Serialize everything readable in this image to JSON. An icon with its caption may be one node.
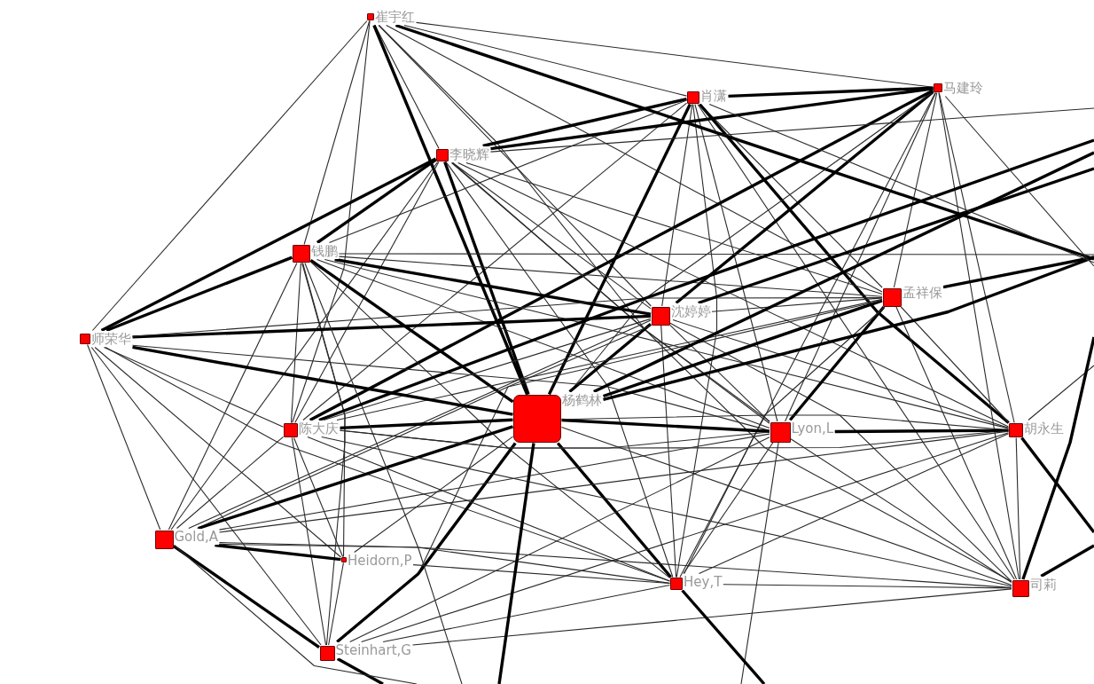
{
  "diagram": {
    "nodes": [
      {
        "text": [
          "崔宇红"
        ]
      },
      {
        "text": [
          "肖潇"
        ]
      },
      {
        "text": [
          "马建玲"
        ]
      },
      {
        "text": [
          "李晓辉"
        ]
      },
      {
        "text": [
          "钱鹏"
        ]
      },
      {
        "text": [
          "沈婷婷"
        ]
      },
      {
        "text": [
          "孟祥保"
        ]
      },
      {
        "text": [
          "师荣华"
        ]
      },
      {
        "text": [
          "杨鹤林"
        ]
      },
      {
        "text": [
          "陈大庆"
        ]
      },
      {
        "text": [
          "Lyon,L"
        ]
      },
      {
        "text": [
          "胡永生"
        ]
      },
      {
        "text": [
          "Gold,A"
        ]
      },
      {
        "text": [
          "Heidorn,P"
        ]
      },
      {
        "text": [
          "Hey,T"
        ]
      },
      {
        "text": [
          "司莉"
        ]
      },
      {
        "text": [
          "Steinhart,G"
        ]
      }
    ],
    "edges": [
      {
        "from": 0,
        "to": 1,
        "arrow": "none"
      },
      {
        "from": 0,
        "to": 2,
        "arrow": "none"
      },
      {
        "from": 0,
        "to": 3,
        "arrow": "none"
      },
      {
        "from": 0,
        "to": 4,
        "arrow": "none"
      },
      {
        "from": 0,
        "to": 5,
        "arrow": "none"
      },
      {
        "from": 0,
        "to": 6,
        "arrow": "none"
      },
      {
        "from": 0,
        "to": 7,
        "arrow": "none"
      },
      {
        "from": 0,
        "to": 8,
        "arrow": "none",
        "style": "thick"
      },
      {
        "from": 0,
        "to": 9,
        "arrow": "none"
      },
      {
        "from": 0,
        "to": 10,
        "arrow": "none"
      },
      {
        "from": 1,
        "to": 2,
        "arrow": "none",
        "style": "thick"
      },
      {
        "from": 1,
        "to": 3,
        "arrow": "none",
        "style": "thick"
      },
      {
        "from": 1,
        "to": 4,
        "arrow": "none"
      },
      {
        "from": 1,
        "to": 5,
        "arrow": "none"
      },
      {
        "from": 1,
        "to": 6,
        "arrow": "none"
      },
      {
        "from": 1,
        "to": 8,
        "arrow": "none",
        "style": "thick"
      },
      {
        "from": 1,
        "to": 9,
        "arrow": "none"
      },
      {
        "from": 1,
        "to": 10,
        "arrow": "none"
      },
      {
        "from": 1,
        "to": 11,
        "arrow": "none",
        "style": "thick"
      },
      {
        "from": 1,
        "to": 14,
        "arrow": "none"
      },
      {
        "from": 1,
        "to": 15,
        "arrow": "none"
      },
      {
        "from": 2,
        "to": 3,
        "arrow": "none",
        "style": "thick"
      },
      {
        "from": 2,
        "to": 5,
        "arrow": "none",
        "style": "thick"
      },
      {
        "from": 2,
        "to": 6,
        "arrow": "none"
      },
      {
        "from": 2,
        "to": 8,
        "arrow": "none"
      },
      {
        "from": 2,
        "to": 9,
        "arrow": "none",
        "style": "thick"
      },
      {
        "from": 2,
        "to": 10,
        "arrow": "none"
      },
      {
        "from": 2,
        "to": 11,
        "arrow": "none"
      },
      {
        "from": 2,
        "to": 14,
        "arrow": "none"
      },
      {
        "from": 2,
        "to": 15,
        "arrow": "none"
      },
      {
        "from": 3,
        "to": 4,
        "arrow": "none",
        "style": "thick"
      },
      {
        "from": 3,
        "to": 5,
        "arrow": "none"
      },
      {
        "from": 3,
        "to": 6,
        "arrow": "none"
      },
      {
        "from": 3,
        "to": 7,
        "arrow": "none",
        "style": "thick"
      },
      {
        "from": 3,
        "to": 8,
        "arrow": "none",
        "style": "thick"
      },
      {
        "from": 3,
        "to": 9,
        "arrow": "none"
      },
      {
        "from": 3,
        "to": 10,
        "arrow": "none"
      },
      {
        "from": 3,
        "to": 11,
        "arrow": "none"
      },
      {
        "from": 3,
        "to": 12,
        "arrow": "none"
      },
      {
        "from": 3,
        "to": 14,
        "arrow": "none"
      },
      {
        "from": 3,
        "to": 15,
        "arrow": "none"
      },
      {
        "from": 4,
        "to": 5,
        "arrow": "none",
        "style": "thick"
      },
      {
        "from": 4,
        "to": 6,
        "arrow": "none"
      },
      {
        "from": 4,
        "to": 7,
        "arrow": "none",
        "style": "thick"
      },
      {
        "from": 4,
        "to": 8,
        "arrow": "none",
        "style": "thick"
      },
      {
        "from": 4,
        "to": 9,
        "arrow": "none"
      },
      {
        "from": 4,
        "to": 10,
        "arrow": "none"
      },
      {
        "from": 4,
        "to": 11,
        "arrow": "none"
      },
      {
        "from": 4,
        "to": 12,
        "arrow": "none"
      },
      {
        "from": 4,
        "to": 13,
        "arrow": "none"
      },
      {
        "from": 4,
        "to": 14,
        "arrow": "none"
      },
      {
        "from": 4,
        "to": 16,
        "arrow": "none"
      },
      {
        "from": 5,
        "to": 6,
        "arrow": "none"
      },
      {
        "from": 5,
        "to": 7,
        "arrow": "none",
        "style": "thick"
      },
      {
        "from": 5,
        "to": 8,
        "arrow": "none",
        "style": "thick"
      },
      {
        "from": 5,
        "to": 9,
        "arrow": "none"
      },
      {
        "from": 5,
        "to": 10,
        "arrow": "none"
      },
      {
        "from": 5,
        "to": 11,
        "arrow": "none"
      },
      {
        "from": 5,
        "to": 12,
        "arrow": "none"
      },
      {
        "from": 5,
        "to": 14,
        "arrow": "none"
      },
      {
        "from": 5,
        "to": 15,
        "arrow": "none"
      },
      {
        "from": 5,
        "to": 16,
        "arrow": "none"
      },
      {
        "from": 6,
        "to": 7,
        "arrow": "none"
      },
      {
        "from": 6,
        "to": 8,
        "arrow": "none",
        "style": "thick"
      },
      {
        "from": 6,
        "to": 9,
        "arrow": "none"
      },
      {
        "from": 6,
        "to": 10,
        "arrow": "none",
        "style": "thick"
      },
      {
        "from": 6,
        "to": 11,
        "arrow": "none"
      },
      {
        "from": 6,
        "to": 12,
        "arrow": "none"
      },
      {
        "from": 6,
        "to": 14,
        "arrow": "none"
      },
      {
        "from": 6,
        "to": 15,
        "arrow": "none"
      },
      {
        "from": 7,
        "to": 8,
        "arrow": "none",
        "style": "thick"
      },
      {
        "from": 7,
        "to": 9,
        "arrow": "none"
      },
      {
        "from": 7,
        "to": 10,
        "arrow": "none"
      },
      {
        "from": 7,
        "to": 12,
        "arrow": "none"
      },
      {
        "from": 7,
        "to": 13,
        "arrow": "none"
      },
      {
        "from": 7,
        "to": 14,
        "arrow": "none"
      },
      {
        "from": 7,
        "to": 16,
        "arrow": "none"
      },
      {
        "from": 8,
        "to": 9,
        "arrow": "none",
        "style": "thick"
      },
      {
        "from": 8,
        "to": 10,
        "arrow": "none",
        "style": "thick"
      },
      {
        "from": 8,
        "to": 11,
        "arrow": "none"
      },
      {
        "from": 8,
        "to": 12,
        "arrow": "none",
        "style": "thick"
      },
      {
        "from": 8,
        "to": 13,
        "arrow": "none"
      },
      {
        "from": 8,
        "to": 14,
        "arrow": "none",
        "style": "thick"
      },
      {
        "from": 8,
        "to": 15,
        "arrow": "none"
      },
      {
        "from": 8,
        "to": 16,
        "arrow": "none",
        "style": "thick"
      },
      {
        "from": 9,
        "to": 10,
        "arrow": "none"
      },
      {
        "from": 9,
        "to": 11,
        "arrow": "none"
      },
      {
        "from": 9,
        "to": 12,
        "arrow": "none"
      },
      {
        "from": 9,
        "to": 13,
        "arrow": "none"
      },
      {
        "from": 9,
        "to": 14,
        "arrow": "none"
      },
      {
        "from": 9,
        "to": 15,
        "arrow": "none"
      },
      {
        "from": 9,
        "to": 16,
        "arrow": "none"
      },
      {
        "from": 10,
        "to": 11,
        "arrow": "none",
        "style": "thick"
      },
      {
        "from": 10,
        "to": 12,
        "arrow": "none"
      },
      {
        "from": 10,
        "to": 14,
        "arrow": "none"
      },
      {
        "from": 10,
        "to": 15,
        "arrow": "none"
      },
      {
        "from": 10,
        "to": 16,
        "arrow": "none"
      },
      {
        "from": 11,
        "to": 12,
        "arrow": "none"
      },
      {
        "from": 11,
        "to": 14,
        "arrow": "none"
      },
      {
        "from": 11,
        "to": 15,
        "arrow": "none"
      },
      {
        "from": 11,
        "to": 16,
        "arrow": "none"
      },
      {
        "from": 12,
        "to": 13,
        "arrow": "none",
        "style": "thick"
      },
      {
        "from": 12,
        "to": 14,
        "arrow": "none"
      },
      {
        "from": 12,
        "to": 15,
        "arrow": "none"
      },
      {
        "from": 12,
        "to": 16,
        "arrow": "none",
        "style": "thick"
      },
      {
        "from": 13,
        "to": 14,
        "arrow": "none"
      },
      {
        "from": 13,
        "to": 16,
        "arrow": "none"
      },
      {
        "from": 14,
        "to": 15,
        "arrow": "none"
      },
      {
        "from": 14,
        "to": 16,
        "arrow": "none"
      },
      {
        "from": 15,
        "to": 16,
        "arrow": "none"
      },
      {
        "from": 0,
        "to": null,
        "arrow": "none",
        "style": "thick"
      },
      {
        "from": 3,
        "to": null,
        "arrow": "none"
      },
      {
        "from": 4,
        "to": null,
        "arrow": "none"
      },
      {
        "from": 4,
        "to": null,
        "arrow": "none"
      },
      {
        "from": 5,
        "to": null,
        "arrow": "none",
        "style": "thick"
      },
      {
        "from": 6,
        "to": null,
        "arrow": "none",
        "style": "thick"
      },
      {
        "from": 8,
        "to": null,
        "arrow": "none",
        "style": "thick"
      },
      {
        "from": 8,
        "to": null,
        "arrow": "none",
        "style": "thick"
      },
      {
        "from": 8,
        "to": null,
        "arrow": "none",
        "style": "thick"
      },
      {
        "from": 9,
        "to": null,
        "arrow": "none",
        "style": "thick"
      },
      {
        "from": 10,
        "to": null,
        "arrow": "none"
      },
      {
        "from": 11,
        "to": null,
        "arrow": "none",
        "style": "thick"
      },
      {
        "from": 11,
        "to": null,
        "arrow": "none"
      },
      {
        "from": 15,
        "to": null,
        "arrow": "none",
        "style": "thick"
      },
      {
        "from": 15,
        "to": null,
        "arrow": "none",
        "style": "thick"
      },
      {
        "from": 14,
        "to": null,
        "arrow": "none",
        "style": "thick"
      },
      {
        "from": 16,
        "to": null,
        "arrow": "none",
        "style": "thick"
      },
      {
        "from": 12,
        "to": null,
        "arrow": "none"
      },
      {
        "from": 2,
        "to": null,
        "arrow": "none"
      },
      {
        "from": 1,
        "to": null,
        "arrow": "none"
      }
    ]
  }
}
